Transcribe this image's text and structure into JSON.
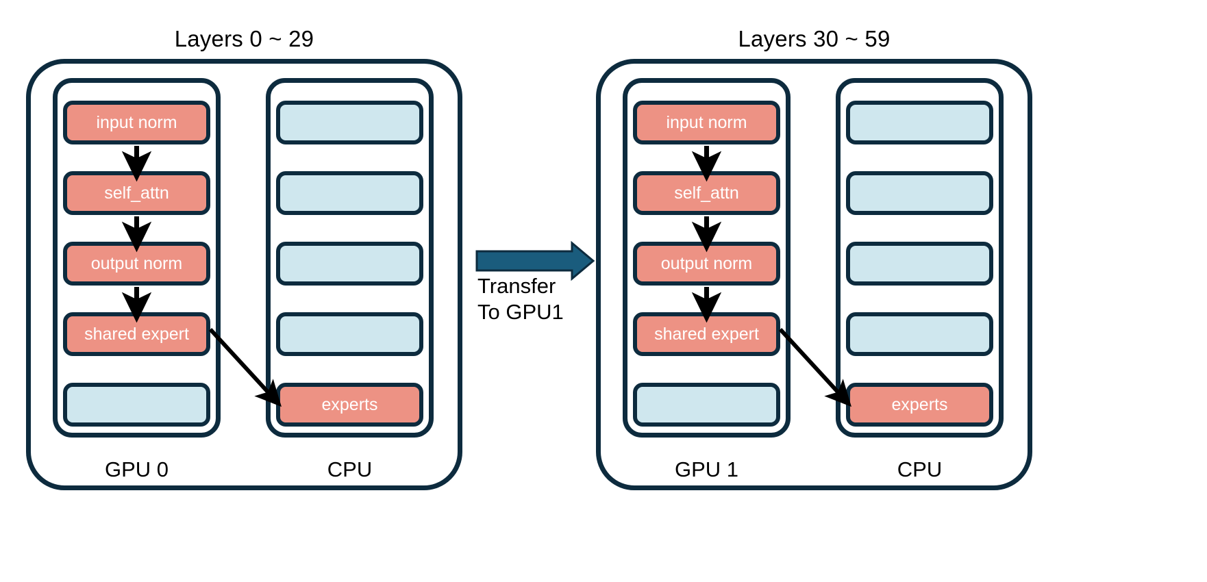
{
  "figure": {
    "background": "#ffffff",
    "palette": {
      "active_block": "#ed9284",
      "idle_block": "#cfe7ee",
      "outline": "#0d2b3e",
      "transfer_arrow": "#1a5c7d",
      "flow_arrow": "#000000",
      "block_text": "#ffffff",
      "label_text": "#000000"
    }
  },
  "groups": [
    {
      "id": "group-left",
      "title": "Layers 0 ~ 29",
      "devices": [
        {
          "id": "gpu0",
          "caption": "GPU 0",
          "blocks": [
            {
              "label": "input norm",
              "state": "active"
            },
            {
              "label": "self_attn",
              "state": "active"
            },
            {
              "label": "output norm",
              "state": "active"
            },
            {
              "label": "shared expert",
              "state": "active"
            },
            {
              "label": "",
              "state": "idle"
            }
          ]
        },
        {
          "id": "cpu0",
          "caption": "CPU",
          "blocks": [
            {
              "label": "",
              "state": "idle"
            },
            {
              "label": "",
              "state": "idle"
            },
            {
              "label": "",
              "state": "idle"
            },
            {
              "label": "",
              "state": "idle"
            },
            {
              "label": "experts",
              "state": "active"
            }
          ]
        }
      ]
    },
    {
      "id": "group-right",
      "title": "Layers 30 ~ 59",
      "devices": [
        {
          "id": "gpu1",
          "caption": "GPU 1",
          "blocks": [
            {
              "label": "input norm",
              "state": "active"
            },
            {
              "label": "self_attn",
              "state": "active"
            },
            {
              "label": "output norm",
              "state": "active"
            },
            {
              "label": "shared expert",
              "state": "active"
            },
            {
              "label": "",
              "state": "idle"
            }
          ]
        },
        {
          "id": "cpu1",
          "caption": "CPU",
          "blocks": [
            {
              "label": "",
              "state": "idle"
            },
            {
              "label": "",
              "state": "idle"
            },
            {
              "label": "",
              "state": "idle"
            },
            {
              "label": "",
              "state": "idle"
            },
            {
              "label": "experts",
              "state": "active"
            }
          ]
        }
      ]
    }
  ],
  "transfer": {
    "line1": "Transfer",
    "line2": "To GPU1"
  }
}
